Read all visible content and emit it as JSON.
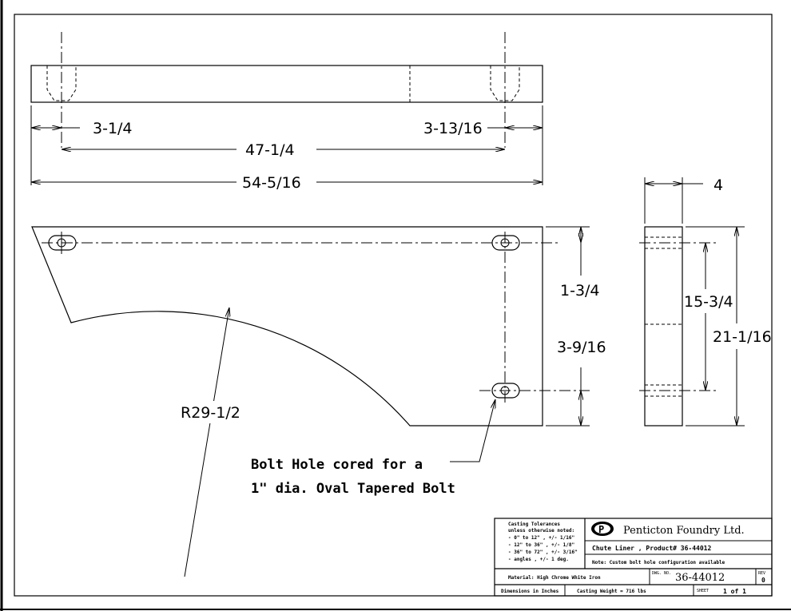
{
  "dimensions": {
    "left_offset": "3-1/4",
    "right_offset": "3-13/16",
    "hole_spacing": "47-1/4",
    "overall_length": "54-5/16",
    "thickness": "4",
    "top_hole_offset": "1-3/4",
    "hole_vertical_spacing": "3-9/16",
    "side_hole_spacing": "15-3/4",
    "overall_height": "21-1/16",
    "radius": "R29-1/2"
  },
  "notes": {
    "bolt_line1": "Bolt Hole cored for a",
    "bolt_line2": "1\" dia. Oval Tapered Bolt"
  },
  "title_block": {
    "tolerance_lines": [
      "Casting Tolerances",
      "unless otherwise noted:",
      "-  0\" to 12\" , +/- 1/16\"",
      "- 12\" to 36\" , +/- 1/8\"",
      "- 36\" to 72\" , +/- 3/16\"",
      "- angles     , +/- 1 deg."
    ],
    "logo_letter": "P",
    "company": "Penticton Foundry Ltd.",
    "product": "Chute Liner , Product# 36-44012",
    "note": "Note: Custom bolt hole configuration available",
    "material": "Material: High Chrome White Iron",
    "dwg_label": "DWG. NO.",
    "dwg_no": "36-44012",
    "rev_label": "REV",
    "rev_value": "0",
    "units": "Dimensions in Inches",
    "weight": "Casting Weight = 716 lbs",
    "sheet_label": "SHEET",
    "sheet_value": "1 of 1"
  }
}
